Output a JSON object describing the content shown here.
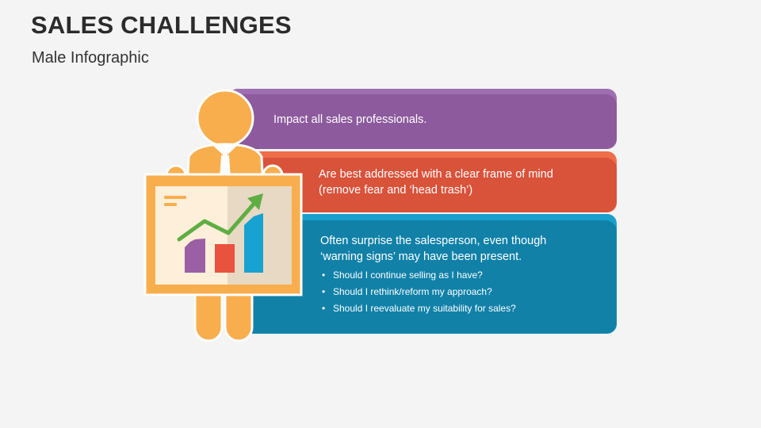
{
  "header": {
    "title": "SALES CHALLENGES",
    "subtitle": "Male Infographic"
  },
  "bands": [
    {
      "text": "Impact all sales professionals.",
      "color": "#8c5a9d",
      "back_color": "#9e6eb0"
    },
    {
      "text": "Are best addressed with a clear frame of mind\n(remove fear and ‘head trash’)",
      "color": "#d9523a",
      "back_color": "#ee6e4a"
    },
    {
      "text": "Often surprise the salesperson, even though\n‘warning signs’ may have been present.",
      "color": "#1181a8",
      "back_color": "#1aa0cc",
      "bullets": [
        "Should I continue selling as I have?",
        "Should I rethink/reform my approach?",
        "Should I reevaluate my suitability for sales?"
      ]
    }
  ],
  "figure": {
    "person_color": "#f9ae4d",
    "board_fill": "#fdefd9",
    "board_shade": "#e8d9c4",
    "bar_colors": [
      "#9b5fa6",
      "#e8523f",
      "#17a2d2"
    ],
    "arrow_color": "#5fae44"
  }
}
